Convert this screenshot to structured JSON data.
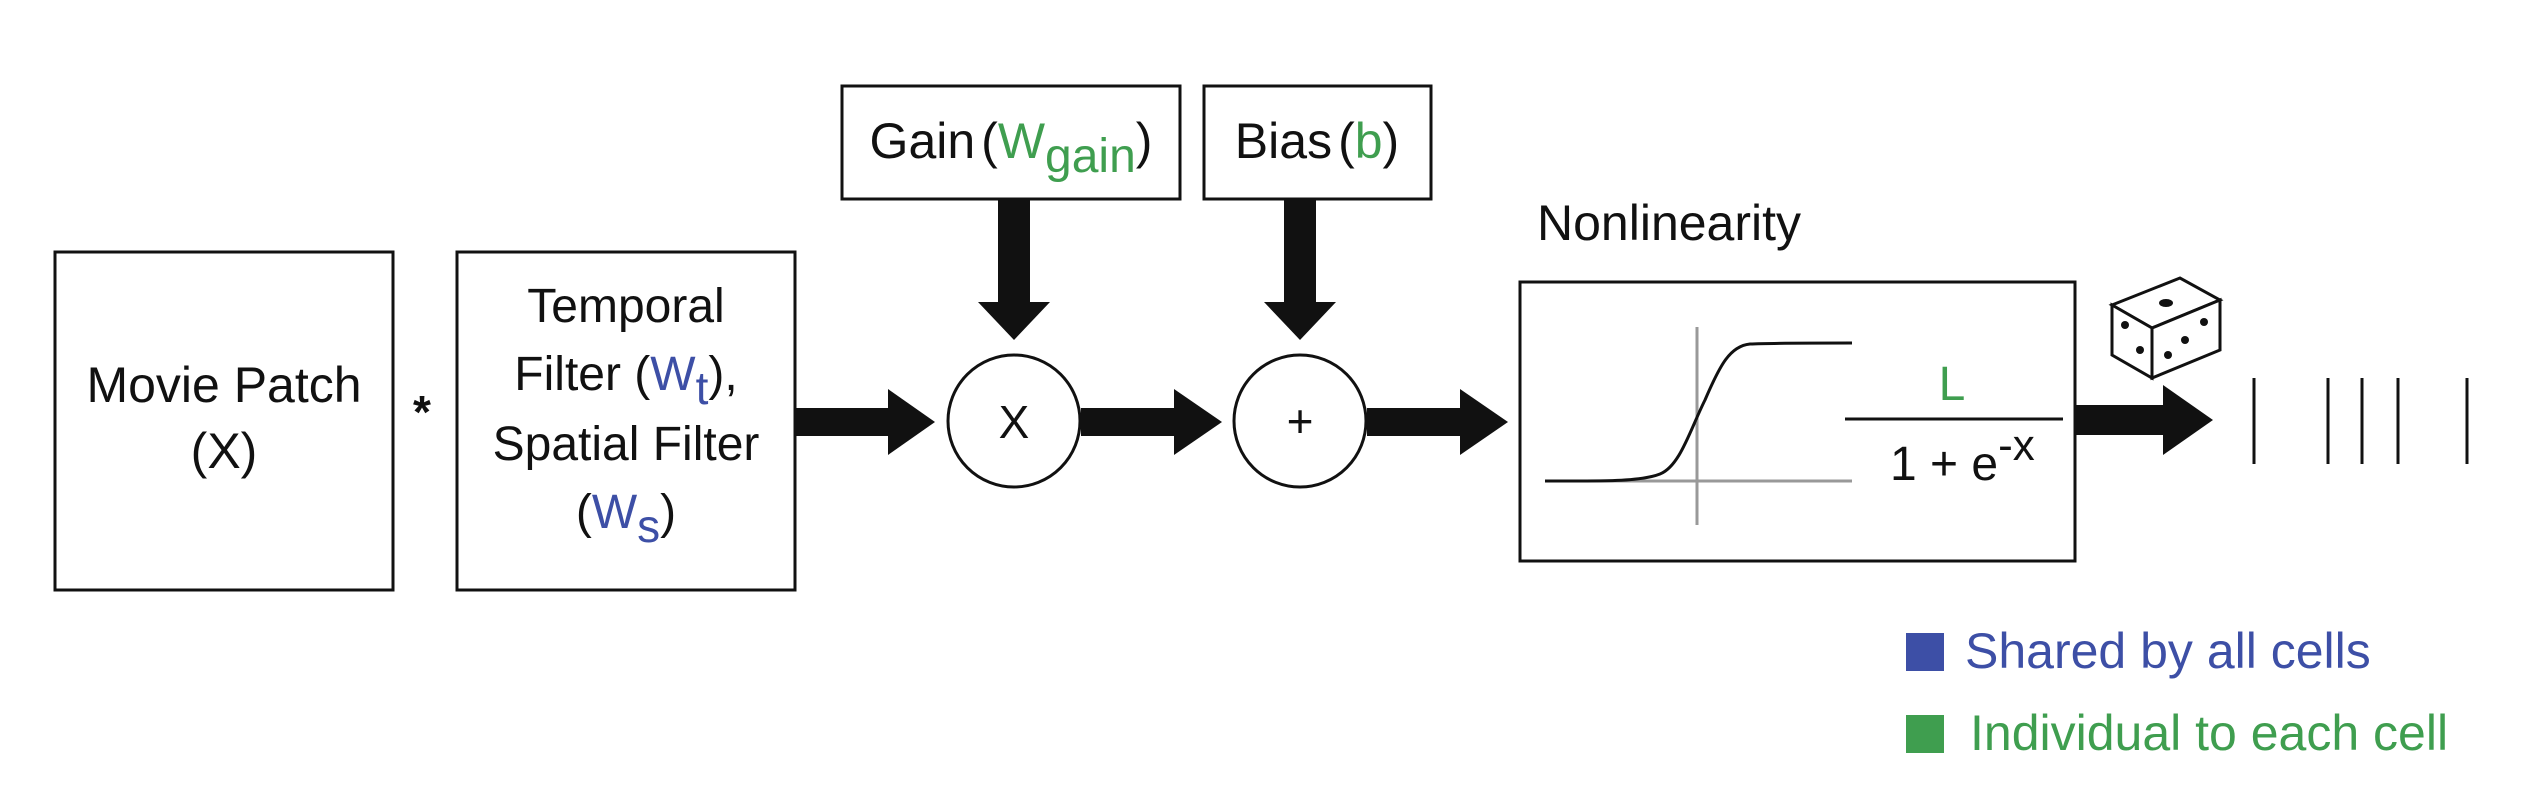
{
  "movie_patch": {
    "line1": "Movie Patch",
    "line2": "(X)"
  },
  "convolution_symbol": "*",
  "filter_box": {
    "line1": "Temporal",
    "line2_pre": "Filter (",
    "wt_main": "W",
    "wt_sub": "t",
    "line2_post": "),",
    "line3": "Spatial Filter",
    "line4_pre": "(",
    "ws_main": "W",
    "ws_sub": "s",
    "line4_post": ")"
  },
  "gain_box": {
    "label": "Gain",
    "open": "(",
    "w_main": "W",
    "w_sub": "gain",
    "close": ")"
  },
  "bias_box": {
    "label": "Bias",
    "open": "(",
    "b": "b",
    "close": ")"
  },
  "multiply_node": "X",
  "add_node": "+",
  "nonlinearity": {
    "title": "Nonlinearity",
    "numerator": "L",
    "denominator_base": "1 + e",
    "denominator_exp": "-x"
  },
  "legend": {
    "shared": "Shared by all cells",
    "individual": "Individual to each cell"
  },
  "colors": {
    "shared": "#3d4fa6",
    "individual": "#3f9e4f",
    "ink": "#111111"
  },
  "icons": [
    "arrow-right-icon",
    "arrow-down-icon",
    "dice-icon",
    "spike-train-icon"
  ]
}
